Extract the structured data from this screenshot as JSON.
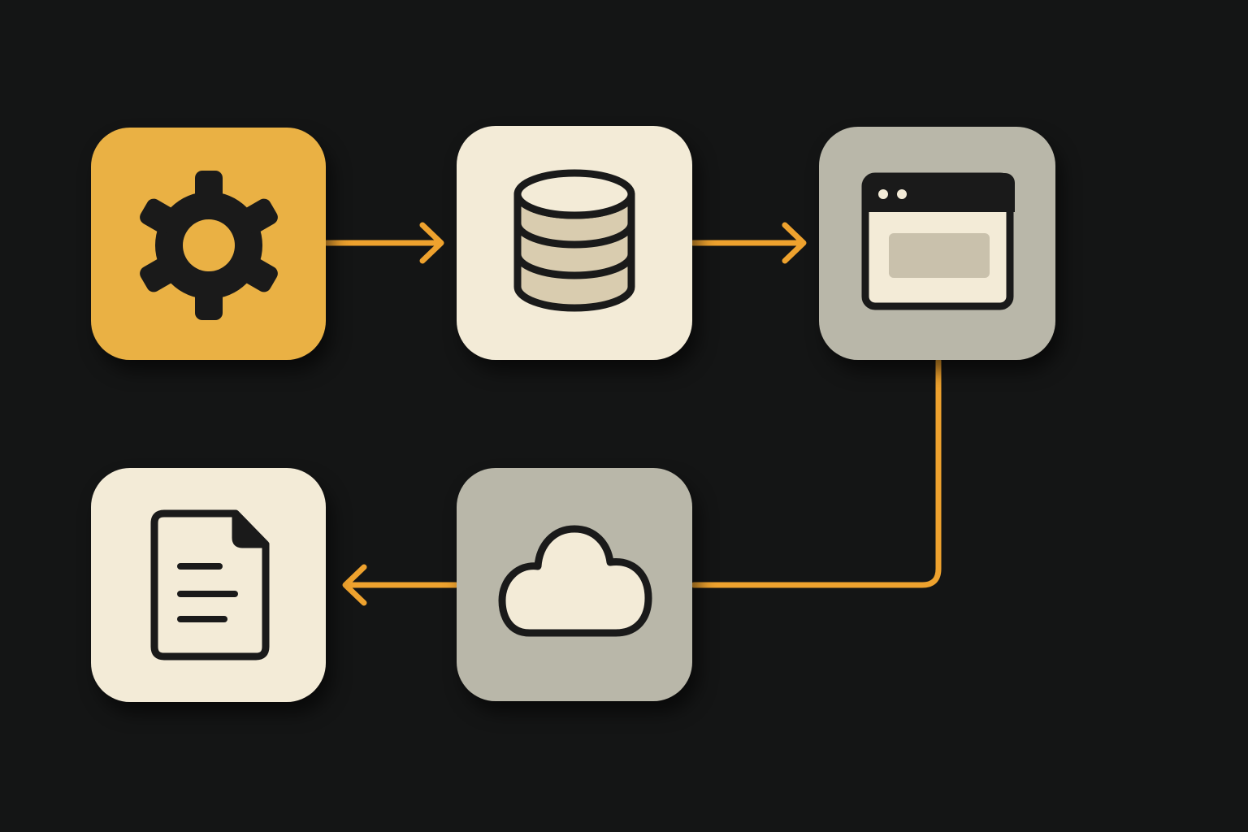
{
  "colors": {
    "background": "#141515",
    "accent": "#EEA22E",
    "stroke": "#1A1A1A",
    "cream": "#F3EBD7",
    "cream_fill": "#D9CCAF",
    "gray": "#B9B7A9",
    "amber_tile": "#EAB144",
    "window_panel": "#C9C1AC"
  },
  "nodes": [
    {
      "id": "settings",
      "icon": "gear-icon",
      "tile_color": "amber"
    },
    {
      "id": "database",
      "icon": "database-icon",
      "tile_color": "cream"
    },
    {
      "id": "window",
      "icon": "browser-window-icon",
      "tile_color": "gray"
    },
    {
      "id": "cloud",
      "icon": "cloud-icon",
      "tile_color": "gray"
    },
    {
      "id": "document",
      "icon": "document-icon",
      "tile_color": "cream"
    }
  ],
  "edges": [
    {
      "from": "settings",
      "to": "database"
    },
    {
      "from": "database",
      "to": "window"
    },
    {
      "from": "window",
      "to": "cloud"
    },
    {
      "from": "cloud",
      "to": "document"
    }
  ]
}
